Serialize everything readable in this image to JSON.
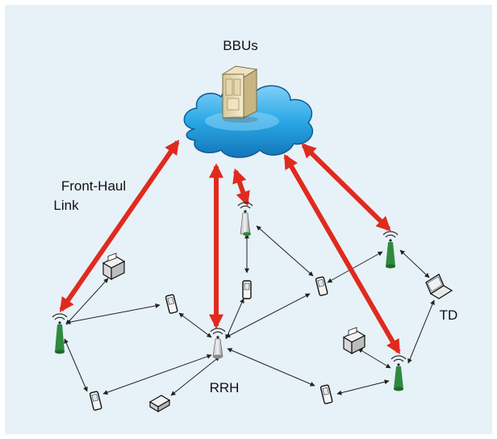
{
  "diagram": {
    "background_color": "#e7f1f8",
    "fronthaul_color": "#e02a1e",
    "cloud_color": "#2aa7e6",
    "labels": {
      "bbus": "BBUs",
      "fronthaul_line1": "Front-Haul",
      "fronthaul_line2": "Link",
      "rrh": "RRH",
      "td": "TD"
    },
    "icons": {
      "rrh": "antenna-tower-icon",
      "phone": "mobile-phone-icon",
      "laptop": "laptop-icon",
      "printer": "printer-icon",
      "server": "server-icon",
      "cloud": "cloud-icon"
    }
  }
}
